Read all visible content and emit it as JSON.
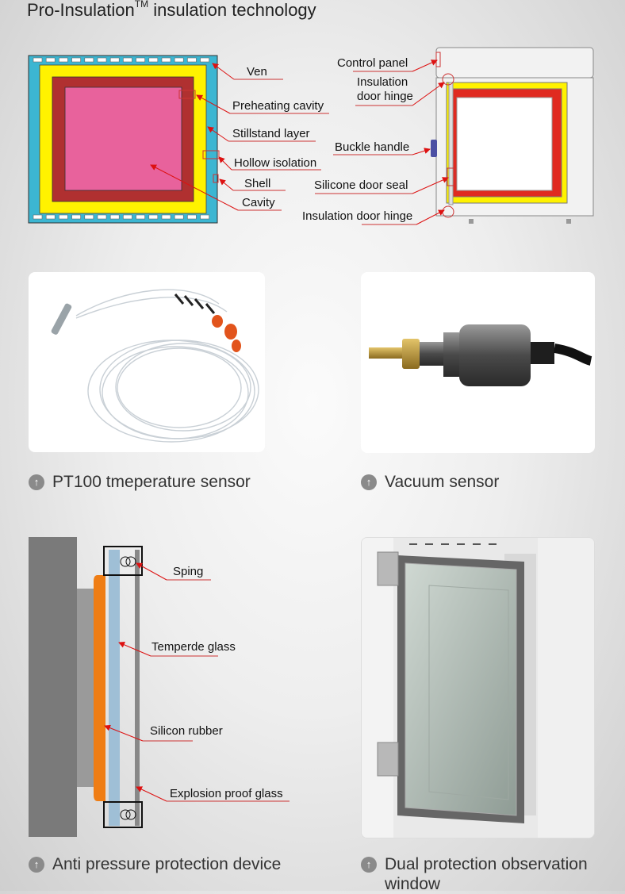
{
  "title": {
    "main": "Pro-Insulation",
    "sup": "TM",
    "rest": " insulation technology"
  },
  "cavity_diagram": {
    "labels": [
      "Ven",
      "Preheating cavity",
      "Stillstand layer",
      "Hollow isolation",
      "Shell",
      "Cavity"
    ],
    "colors": {
      "shell": "#3cb6d2",
      "insulation": "#fff200",
      "wall": "#b03030",
      "cavity": "#e8629c"
    }
  },
  "door_diagram": {
    "labels": [
      "Control panel",
      "Insulation",
      "door hinge",
      "Buckle handle",
      "Silicone door seal",
      "Insulation  door hinge"
    ]
  },
  "products": [
    {
      "caption": "PT100 tmeperature sensor",
      "icon": "up-arrow-circle-icon"
    },
    {
      "caption": "Vacuum sensor",
      "icon": "up-arrow-circle-icon"
    },
    {
      "caption": "Anti pressure protection device",
      "icon": "up-arrow-circle-icon"
    },
    {
      "caption": "Dual protection observation window",
      "icon": "up-arrow-circle-icon"
    }
  ],
  "glass_diagram": {
    "labels": [
      "Sping",
      "Temperde glass",
      "Silicon rubber",
      "Explosion proof glass"
    ],
    "colors": {
      "rubber": "#ef7d14",
      "glass": "#9fbfd6"
    }
  },
  "icon_glyph": "↑"
}
